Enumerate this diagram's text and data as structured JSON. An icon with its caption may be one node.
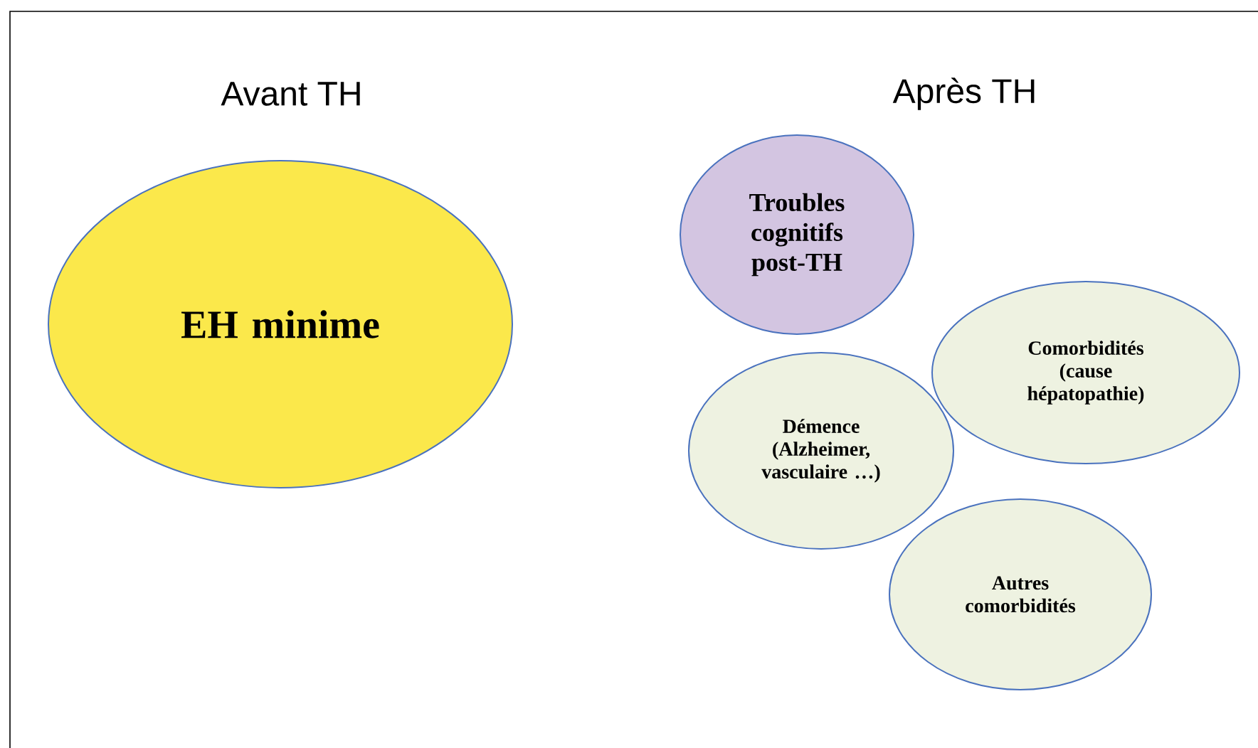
{
  "diagram": {
    "nodes": [
      {
        "text": [
          "EH minime"
        ]
      },
      {
        "text": [
          "Troubles cognitifs post-TH"
        ]
      },
      {
        "text": [
          "Comorbidités (cause hépatopathie)"
        ]
      },
      {
        "text": [
          "Démence (Alzheimer, vasculaire …)"
        ]
      },
      {
        "text": [
          "Autres comorbidités"
        ]
      }
    ],
    "edges": [],
    "labels": [
      "Avant TH",
      "Après TH"
    ]
  }
}
